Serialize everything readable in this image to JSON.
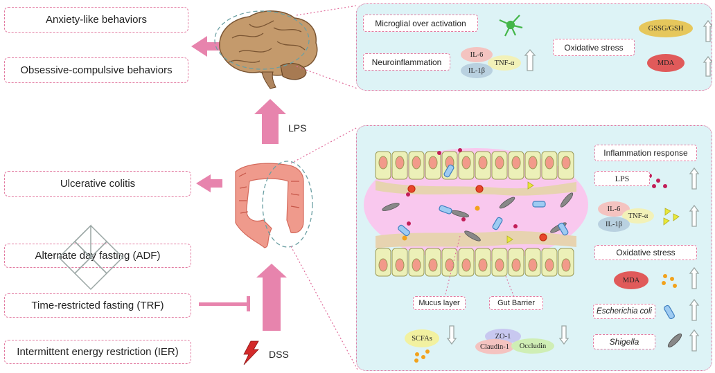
{
  "left_outcomes": {
    "anxiety": "Anxiety-like behaviors",
    "ocd": "Obsessive-compulsive behaviors",
    "colitis": "Ulcerative colitis"
  },
  "fasting": {
    "adf": "Alternate day fasting (ADF)",
    "trf": "Time-restricted fasting (TRF)",
    "ier": "Intermittent energy restriction (IER)"
  },
  "inducers": {
    "lps": "LPS",
    "dss": "DSS"
  },
  "brain_panel": {
    "microglia": "Microglial over activation",
    "neuroinflammation": "Neuroinflammation",
    "il6": "IL-6",
    "tnfa": "TNF-α",
    "il1b": "IL-1β",
    "oxidative": "Oxidative stress",
    "gssg": "GSSG/GSH",
    "mda": "MDA"
  },
  "gut_panel": {
    "inflammation": "Inflammation response",
    "lps": "LPS",
    "il6": "IL-6",
    "tnfa": "TNF-α",
    "il1b": "IL-1β",
    "oxidative": "Oxidative stress",
    "mda": "MDA",
    "ecoli": "Escherichia coli",
    "shigella": "Shigella",
    "mucus": "Mucus layer",
    "barrier": "Gut Barrier",
    "scfas": "SCFAs",
    "zo1": "ZO-1",
    "claudin": "Claudin-1",
    "occludin": "Occludin"
  },
  "colors": {
    "pink_arrow": "#e784ad",
    "panel_bg": "#ddf3f6",
    "dash_border": "#e27aa0",
    "up_arrow": "#9aa6a4"
  }
}
